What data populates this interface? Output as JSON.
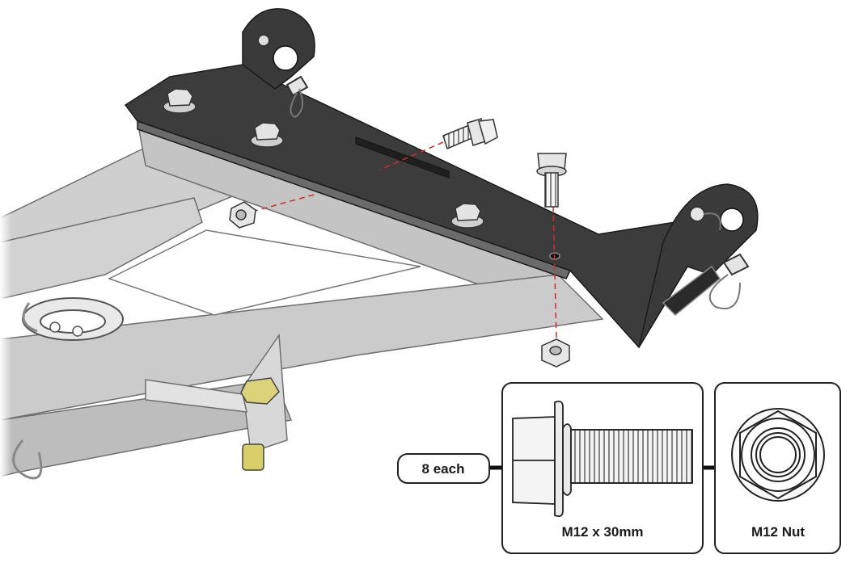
{
  "callouts": {
    "quantity_label": "8 each",
    "bolt_label": "M12 x 30mm",
    "nut_label": "M12 Nut"
  },
  "colors": {
    "plate": "#3c3c3c",
    "frame_metal": "#c9c9c9",
    "hardware": "#e6e6e6",
    "guide_line": "#d42a2a",
    "accent_yellow": "#d9cf6a"
  },
  "parts": {
    "bolt_icon": "flange-bolt-icon",
    "nut_icon": "flange-nut-icon"
  }
}
